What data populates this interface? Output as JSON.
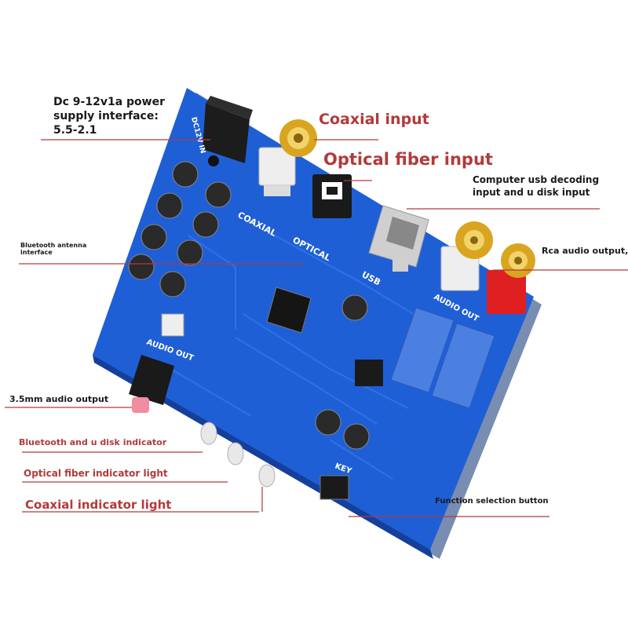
{
  "colors": {
    "pcb": "#1f5fd6",
    "pcb_dark": "#143f9c",
    "label_accent": "#b23a3a",
    "leader_line": "#b23a3a",
    "rca_red": "#e02020",
    "gold": "#d9a520"
  },
  "callouts": {
    "power": "Dc 9-12v1a power supply interface: 5.5-2.1",
    "power_l1": "Dc 9-12v1a power",
    "power_l2": "supply interface:",
    "power_l3": "5.5-2.1",
    "coaxial_input": "Coaxial input",
    "optical_input": "Optical fiber input",
    "usb_l1": "Computer usb decoding",
    "usb_l2": "input and u disk input",
    "bt_antenna_l1": "Bluetooth antenna",
    "bt_antenna_l2": "interface",
    "rca_out": "Rca audio output,",
    "jack_out": "3.5mm audio output",
    "bt_indicator": "Bluetooth and u disk indicator",
    "optical_indicator": "Optical fiber indicator light",
    "coaxial_indicator": "Coaxial indicator light",
    "function_button": "Function selection button"
  },
  "silkscreen": {
    "coaxial": "COAXIAL",
    "optical": "OPTICAL",
    "usb": "USB",
    "audio_out_right": "AUDIO OUT",
    "audio_out_left": "AUDIO OUT",
    "key": "KEY",
    "dc_in": "DC12V IN"
  }
}
